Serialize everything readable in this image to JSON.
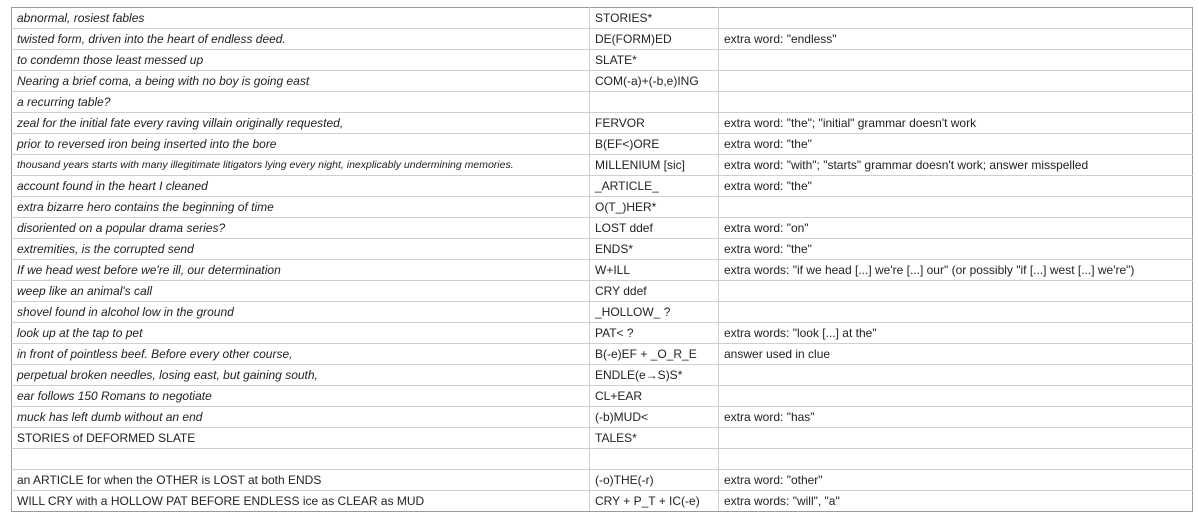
{
  "rows": [
    {
      "clue": "abnormal, rosiest fables",
      "answer": "STORIES*",
      "note": ""
    },
    {
      "clue": "twisted form, driven into the heart of endless deed.",
      "answer": "DE(FORM)ED",
      "note": "extra word: \"endless\""
    },
    {
      "clue": "to condemn those least messed up",
      "answer": "SLATE*",
      "note": ""
    },
    {
      "clue": "Nearing a brief coma, a being with no boy is going east",
      "answer": "COM(-a)+(-b,e)ING",
      "note": ""
    },
    {
      "clue": "a recurring table?",
      "answer": "",
      "note": ""
    },
    {
      "clue": "zeal for the initial fate every raving villain originally requested,",
      "answer": "FERVOR",
      "note": "extra word: \"the\"; \"initial\" grammar doesn't work"
    },
    {
      "clue": "prior to reversed iron being inserted into the bore",
      "answer": "B(EF<)ORE",
      "note": "extra word: \"the\""
    },
    {
      "clue": "thousand years starts with many illegitimate litigators lying every night, inexplicably undermining memories.",
      "answer": "MILLENIUM [sic]",
      "note": "extra word: \"with\"; \"starts\" grammar doesn't work; answer misspelled"
    },
    {
      "clue": "account found in the heart I cleaned",
      "answer": "_ARTICLE_",
      "note": "extra word: \"the\""
    },
    {
      "clue": "extra bizarre hero contains the beginning of time",
      "answer": "O(T_)HER*",
      "note": ""
    },
    {
      "clue": "disoriented on a popular drama series?",
      "answer": "LOST ddef",
      "note": "extra word: \"on\""
    },
    {
      "clue": "extremities, is the corrupted send",
      "answer": "ENDS*",
      "note": "extra word: \"the\""
    },
    {
      "clue": "If we head west before we're ill, our determination",
      "answer": "W+ILL",
      "note": "extra words: \"if we head [...] we're [...] our\" (or possibly \"if [...] west [...] we're\")"
    },
    {
      "clue": "weep like an animal's call",
      "answer": "CRY ddef",
      "note": ""
    },
    {
      "clue": "shovel found in alcohol low in the ground",
      "answer": "_HOLLOW_ ?",
      "note": ""
    },
    {
      "clue": "look up at the tap to pet",
      "answer": "PAT< ?",
      "note": "extra words: \"look [...] at the\""
    },
    {
      "clue": "in front of pointless beef. Before every other course,",
      "answer": "B(-e)EF + _O_R_E",
      "note": "answer used in clue"
    },
    {
      "clue": "perpetual broken needles, losing east, but gaining south,",
      "answer": "ENDLE(e→S)S*",
      "note": ""
    },
    {
      "clue": "ear follows 150 Romans to negotiate",
      "answer": "CL+EAR",
      "note": ""
    },
    {
      "clue": "muck has left dumb without an end",
      "answer": "(-b)MUD<",
      "note": "extra word: \"has\""
    },
    {
      "clue": "STORIES of DEFORMED SLATE",
      "answer": "TALES*",
      "note": ""
    },
    {
      "clue": "",
      "answer": "",
      "note": ""
    },
    {
      "clue": "an ARTICLE for when the OTHER is LOST at both ENDS",
      "answer": "(-o)THE(-r)",
      "note": "extra word: \"other\""
    },
    {
      "clue": "WILL CRY with a HOLLOW PAT BEFORE ENDLESS ice as CLEAR as MUD",
      "answer": "CRY + P_T + IC(-e)",
      "note": "extra words: \"will\", \"a\""
    }
  ]
}
